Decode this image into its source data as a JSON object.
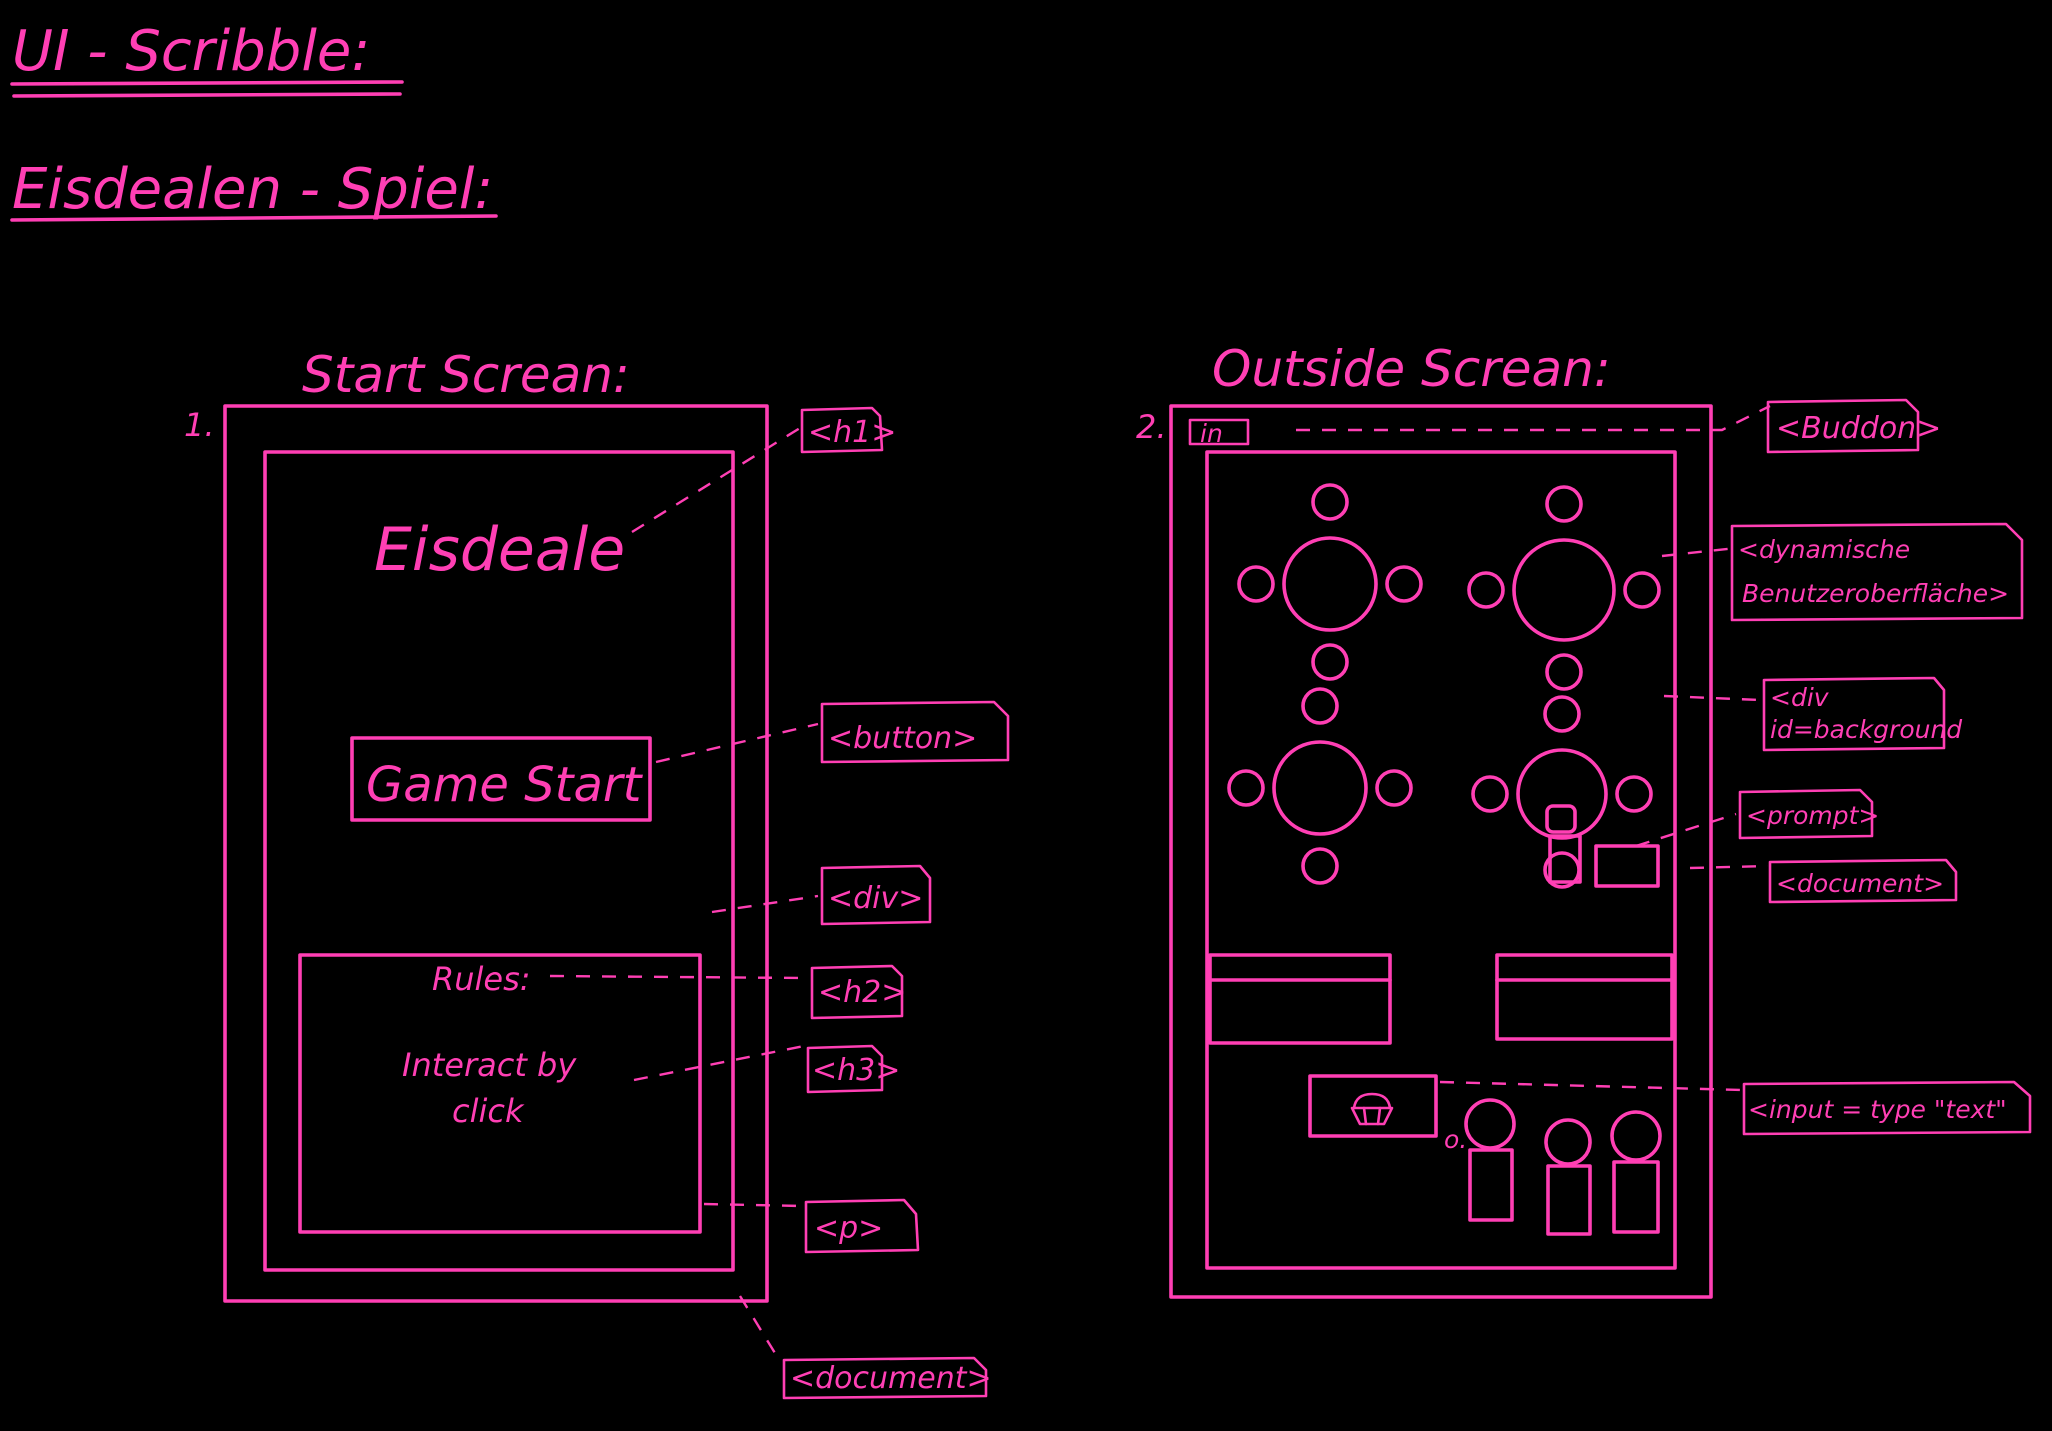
{
  "header": {
    "title": "UI - Scribble:",
    "subtitle": "Eisdealen - Spiel:"
  },
  "start_screen": {
    "number": "1.",
    "heading": "Start Screan:",
    "app_title": "Eisdeale",
    "start_button_label": "Game Start",
    "rules_label": "Rules:",
    "rules_text_line1": "Interact by",
    "rules_text_line2": "click",
    "tags": {
      "h1": "<h1>",
      "button": "<button>",
      "div": "<div>",
      "h2": "<h2>",
      "h3": "<h3>",
      "p": "<p>",
      "document": "<document>"
    }
  },
  "outside_screen": {
    "number": "2.",
    "heading": "Outside Screan:",
    "corner_button_label": "in",
    "tags": {
      "button": "<Buddon>",
      "dynamic_ui_line1": "<dynamische",
      "dynamic_ui_line2": "Benutzeroberfläche>",
      "div_background_line1": "<div",
      "div_background_line2": "id=background",
      "prompt": "<prompt>",
      "document": "<document>",
      "input": "<input = type \"text\""
    }
  },
  "colors": {
    "background": "#000000",
    "ink": "#ff3fb4"
  },
  "icons": {
    "table": "round-table-icon",
    "chair": "chair-circle-icon",
    "customer": "customer-figure-icon",
    "ice_cream": "ice-cream-cup-icon"
  }
}
